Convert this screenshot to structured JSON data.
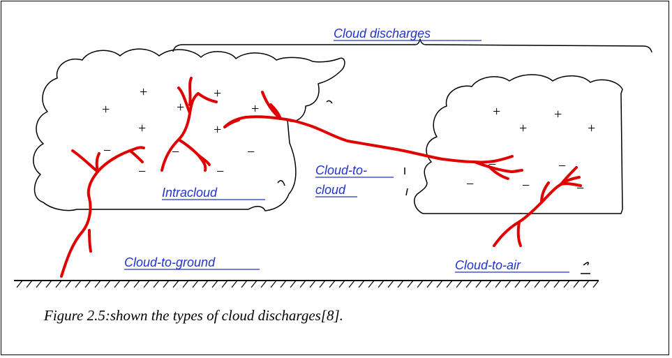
{
  "labels": {
    "cloud_discharges": "Cloud discharges",
    "intracloud": "Intracloud",
    "cloud_to_cloud_line1": "Cloud-to-",
    "cloud_to_cloud_line2": "cloud",
    "cloud_to_ground": "Cloud-to-ground",
    "cloud_to_air": "Cloud-to-air"
  },
  "caption": "Figure 2.5:shown the types of cloud discharges[8].",
  "charges": {
    "positive": "+",
    "negative": "−"
  },
  "colors": {
    "label": "#2233cc",
    "lightning": "#e10000",
    "outline": "#000000"
  }
}
